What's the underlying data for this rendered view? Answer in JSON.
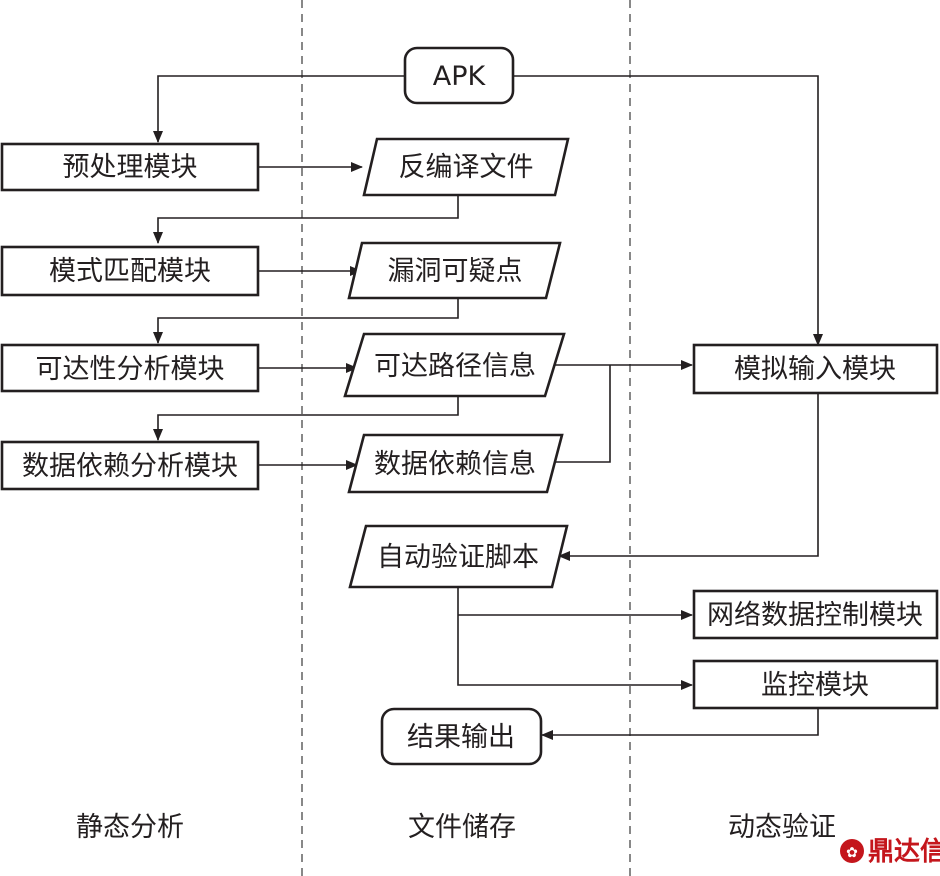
{
  "nodes": {
    "apk": "APK",
    "preprocess": "预处理模块",
    "decompiled_file": "反编译文件",
    "pattern_match": "模式匹配模块",
    "vuln_suspect": "漏洞可疑点",
    "reachability": "可达性分析模块",
    "reach_path_info": "可达路径信息",
    "data_dependency": "数据依赖分析模块",
    "data_dep_info": "数据依赖信息",
    "sim_input": "模拟输入模块",
    "auto_verify_script": "自动验证脚本",
    "network_control": "网络数据控制模块",
    "monitor": "监控模块",
    "result_output": "结果输出"
  },
  "columns": {
    "static": "静态分析",
    "storage": "文件储存",
    "dynamic": "动态验证"
  },
  "watermark": "鼎达信",
  "colors": {
    "line": "#231f20",
    "watermark": "#c4161c"
  }
}
